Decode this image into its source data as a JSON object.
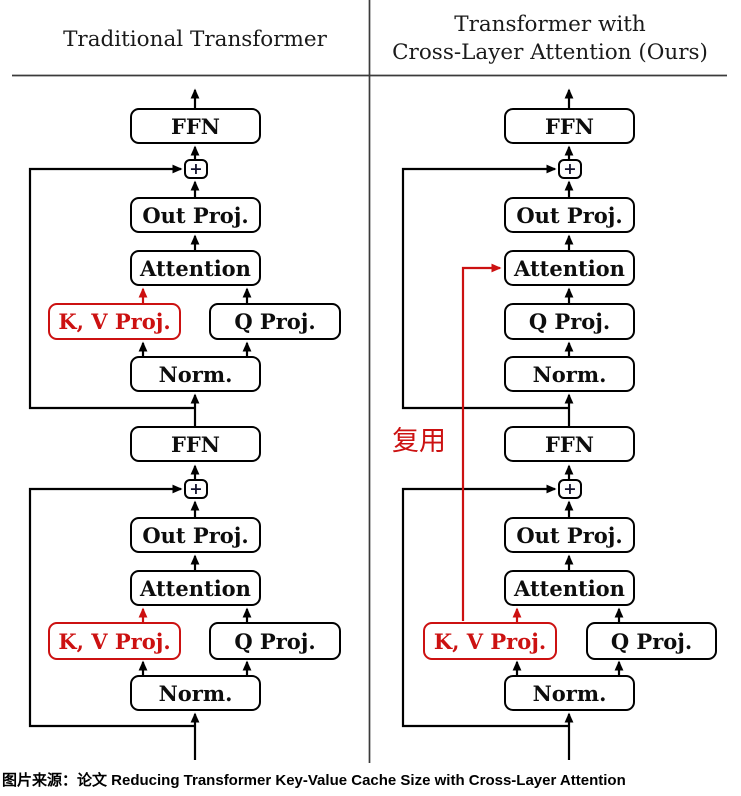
{
  "header": {
    "left_title": "Traditional Transformer",
    "right_title_line1": "Transformer with",
    "right_title_line2": "Cross-Layer Attention (Ours)"
  },
  "labels": {
    "ffn": "FFN",
    "out_proj": "Out Proj.",
    "attention": "Attention",
    "kv_proj": "K, V Proj.",
    "q_proj": "Q Proj.",
    "norm": "Norm.",
    "plus": "+",
    "reuse": "复用"
  },
  "caption": "图片来源：论文 Reducing Transformer Key-Value Cache Size with Cross-Layer Attention",
  "colors": {
    "accent_red": "#cc1111",
    "wire_black": "#000000",
    "divider_gray": "#3b3b3b",
    "background": "#ffffff"
  }
}
